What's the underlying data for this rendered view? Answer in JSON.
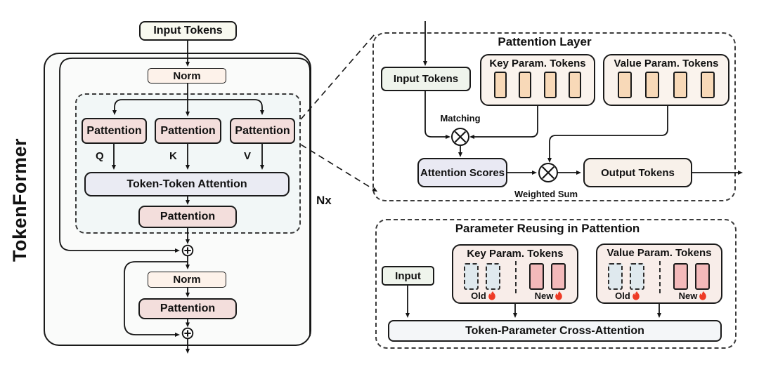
{
  "left": {
    "rotated_label": "TokenFormer",
    "input_tokens": "Input Tokens",
    "norm": "Norm",
    "pattention": "Pattention",
    "q": "Q",
    "k": "K",
    "v": "V",
    "token_token_attention": "Token-Token Attention",
    "nx": "Nx"
  },
  "pattention_layer": {
    "title": "Pattention Layer",
    "input_tokens": "Input Tokens",
    "key_params": "Key Param. Tokens",
    "value_params": "Value Param. Tokens",
    "key_token_count": 4,
    "value_token_count": 4,
    "matching": "Matching",
    "attention_scores": "Attention Scores",
    "weighted_sum": "Weighted Sum",
    "output_tokens": "Output Tokens"
  },
  "param_reusing": {
    "title": "Parameter Reusing in Pattention",
    "input": "Input",
    "key_params": "Key Param. Tokens",
    "value_params": "Value Param. Tokens",
    "old": "Old",
    "new": "New",
    "old_token_count": 2,
    "new_token_count": 2,
    "cross_attention": "Token-Parameter Cross-Attention"
  },
  "colors": {
    "stroke": "#141414",
    "border": "#1a1a1a",
    "outer_bg": "#fafbfa",
    "qkv_bg": "#f2f7f7",
    "ivory": "#f8f9ef",
    "norm": "#fdf2ea",
    "pattention": "#f3dedc",
    "tta": "#eaebf3",
    "input_green": "#eff4ec",
    "param_box": "#faf3ed",
    "token_peach": "#f8d9b8",
    "att_scores": "#e9e9f3",
    "output": "#f8f1ea",
    "reuse_box": "#f8ede9",
    "old_token": "#dfe9ee",
    "new_token": "#f3b9ba",
    "cross_attn": "#f4f6f8",
    "flame": "#ee3b26"
  }
}
